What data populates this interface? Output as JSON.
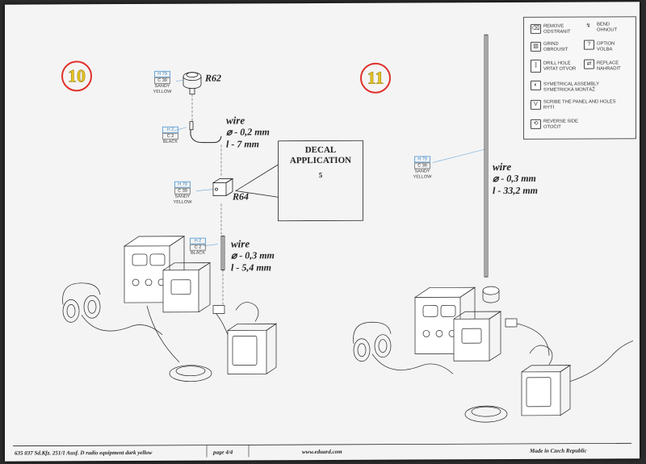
{
  "steps": {
    "left_number": "10",
    "right_number": "11"
  },
  "parts": {
    "r62": "R62",
    "r64": "R64"
  },
  "paint_labels": {
    "r62": {
      "h": "H 79",
      "c": "C 39",
      "name1": "SANDY",
      "name2": "YELLOW"
    },
    "wire1": {
      "h": "H 2",
      "c": "C 2",
      "name1": "BLACK"
    },
    "r64": {
      "h": "H 79",
      "c": "C 39",
      "name1": "SANDY",
      "name2": "YELLOW"
    },
    "wire2": {
      "h": "H 2",
      "c": "C 2",
      "name1": "BLACK"
    },
    "antenna": {
      "h": "H 79",
      "c": "C 39",
      "name1": "SANDY",
      "name2": "YELLOW"
    }
  },
  "wires": {
    "wire1": {
      "word": "wire",
      "diameter": "⌀ - 0,2 mm",
      "length": "l - 7 mm"
    },
    "wire2": {
      "word": "wire",
      "diameter": "⌀ - 0,3 mm",
      "length": "l - 5,4 mm"
    },
    "wire3": {
      "word": "wire",
      "diameter": "⌀ - 0,3 mm",
      "length": "l - 33,2 mm"
    }
  },
  "decal": {
    "title_line1": "DECAL",
    "title_line2": "APPLICATION",
    "number": "5"
  },
  "legend": {
    "items": [
      {
        "icon": "remove-icon",
        "line1": "REMOVE",
        "line2": "ODSTRANIT"
      },
      {
        "icon": "bend-icon",
        "line1": "BEND",
        "line2": "OHNOUT"
      },
      {
        "icon": "grind-icon",
        "line1": "GRIND",
        "line2": "OBROUSIT"
      },
      {
        "icon": "option-icon",
        "glyph": "?",
        "line1": "OPTION",
        "line2": "VOLBA"
      },
      {
        "icon": "drill-icon",
        "line1": "DRILL HOLE",
        "line2": "VRTAT OTVOR"
      },
      {
        "icon": "replace-icon",
        "line1": "REPLACE",
        "line2": "NAHRADIT"
      },
      {
        "icon": "symmetrical-icon",
        "line1": "SYMETRICAL ASSEMBLY",
        "line2": "SYMETRICKÁ MONTÁŽ"
      },
      {
        "icon": "scribe-icon",
        "line1": "SCRIBE THE PANEL AND HOLES",
        "line2": "RÝTÍ"
      },
      {
        "icon": "reverse-icon",
        "line1": "REVERSE SIDE",
        "line2": "OTOČIT"
      }
    ]
  },
  "footer": {
    "product": "635 037  Sd.Kfz. 251/1 Ausf. D radio equipment dark yellow",
    "page": "page 4/4",
    "url": "www.eduard.com",
    "made_in": "Made in Czech Republic"
  }
}
